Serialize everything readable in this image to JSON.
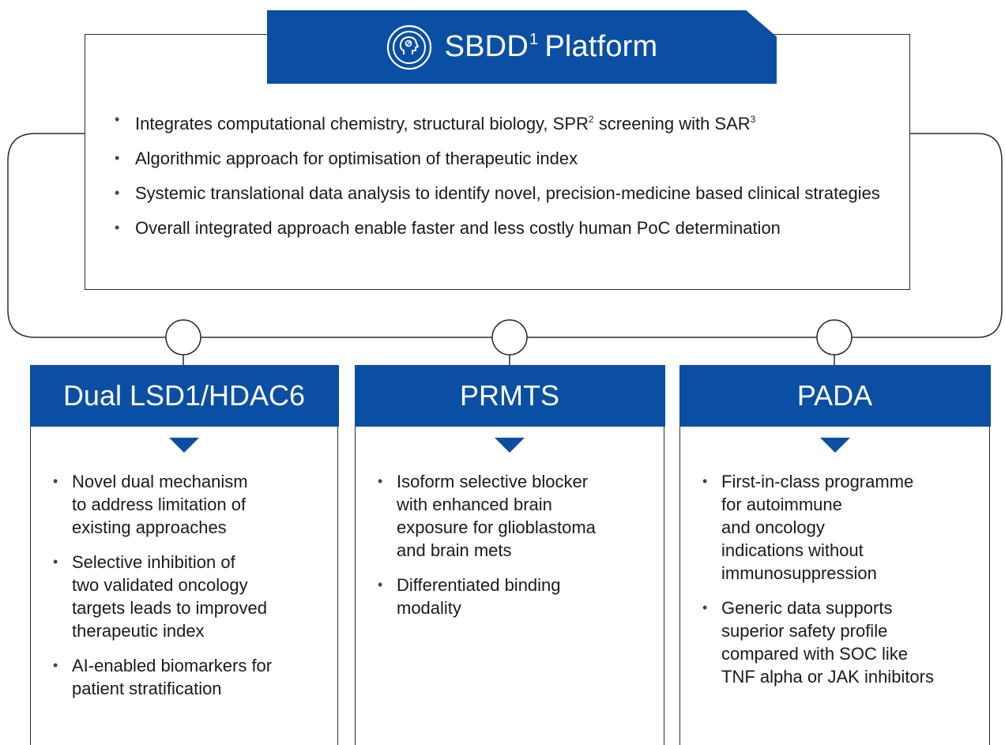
{
  "platform": {
    "title": "SBDD",
    "title_superscript": "1",
    "title_suffix": "Platform",
    "icon": "brain-head-icon",
    "bullets": [
      {
        "before": "Integrates computational chemistry, structural biology, SPR",
        "sup1": "2",
        "middle": " screening with SAR",
        "sup2": "3"
      },
      {
        "text": "Algorithmic approach for optimisation of therapeutic index"
      },
      {
        "text": "Systemic translational data analysis to identify novel, precision-medicine based clinical strategies"
      },
      {
        "text": "Overall integrated approach enable faster and less costly human PoC determination"
      }
    ]
  },
  "programs": [
    {
      "title": "Dual LSD1/HDAC6",
      "bullets": [
        "Novel dual mechanism\nto address limitation of\nexisting approaches",
        "Selective inhibition of\ntwo validated oncology\ntargets leads to improved\ntherapeutic index",
        "AI-enabled biomarkers for\npatient stratification"
      ]
    },
    {
      "title": "PRMTS",
      "bullets": [
        "Isoform selective blocker\nwith enhanced brain\nexposure for glioblastoma\nand brain mets",
        "Differentiated binding\nmodality"
      ]
    },
    {
      "title": "PADA",
      "bullets": [
        "First-in-class programme\nfor autoimmune\nand oncology\nindications without\nimmunosuppression",
        "Generic data supports\nsuperior safety profile\ncompared with SOC like\nTNF alpha or JAK inhibitors"
      ]
    }
  ],
  "colors": {
    "accent": "#0a4fa3",
    "line": "#2b2b2b"
  }
}
